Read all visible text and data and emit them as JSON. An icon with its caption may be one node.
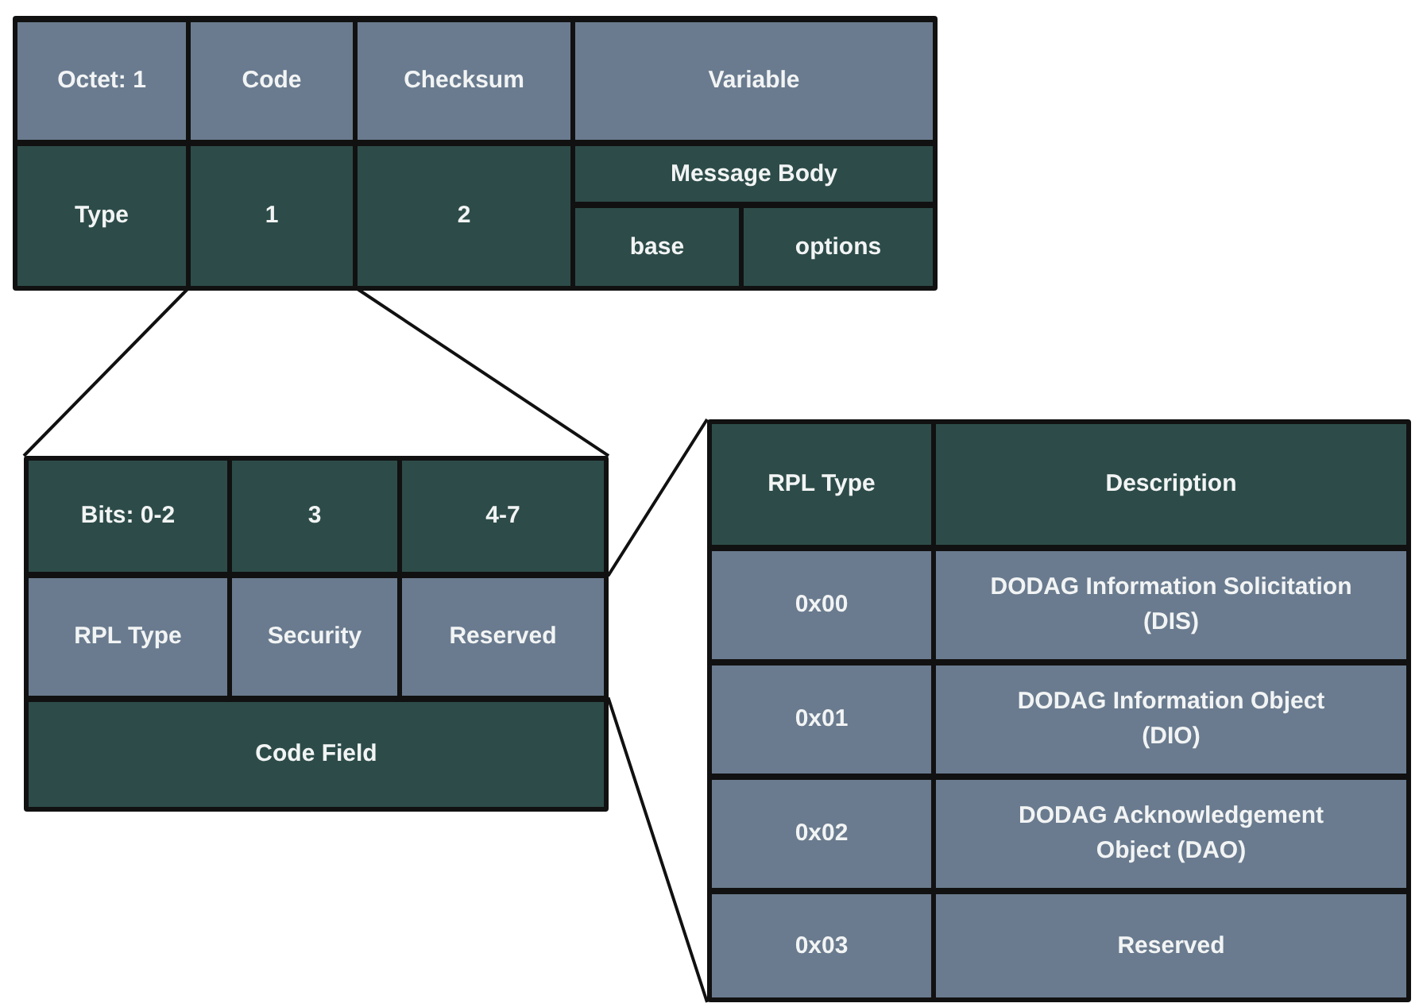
{
  "diagram": {
    "nodes": [
      {
        "text": [],
        "shape": "box"
      },
      {
        "text": [
          "Octet: 1"
        ],
        "in": 0
      },
      {
        "text": [
          "Code"
        ],
        "in": 0
      },
      {
        "text": [
          "Checksum"
        ],
        "in": 0
      },
      {
        "text": [
          "Variable"
        ],
        "in": 0
      },
      {
        "text": [
          "Type"
        ],
        "in": 0
      },
      {
        "text": [
          "1"
        ],
        "in": 0
      },
      {
        "text": [
          "2"
        ],
        "in": 0
      },
      {
        "text": [
          "Message Body"
        ],
        "in": 0
      },
      {
        "text": [
          "base"
        ],
        "in": 0
      },
      {
        "text": [
          "options"
        ],
        "in": 0
      },
      {
        "text": [],
        "shape": "box"
      },
      {
        "text": [
          "Bits: 0-2"
        ],
        "in": 11
      },
      {
        "text": [
          "3"
        ],
        "in": 11
      },
      {
        "text": [
          "4-7"
        ],
        "in": 11
      },
      {
        "text": [
          "RPL Type"
        ],
        "in": 11
      },
      {
        "text": [
          "Security"
        ],
        "in": 11
      },
      {
        "text": [
          "Reserved"
        ],
        "in": 11
      },
      {
        "text": [
          "Code Field"
        ],
        "in": 11
      },
      {
        "text": [],
        "shape": "box"
      },
      {
        "text": [
          "RPL Type"
        ],
        "in": 19
      },
      {
        "text": [
          "Description"
        ],
        "in": 19
      },
      {
        "text": [
          "0x00"
        ],
        "in": 19
      },
      {
        "text": [
          "DODAG Information Solicitation (DIS)"
        ],
        "in": 19
      },
      {
        "text": [
          "0x01"
        ],
        "in": 19
      },
      {
        "text": [
          "DODAG Information Object (DIO)"
        ],
        "in": 19
      },
      {
        "text": [
          "0x02"
        ],
        "in": 19
      },
      {
        "text": [
          "DODAG Acknowledgement Object (DAO)"
        ],
        "in": 19
      },
      {
        "text": [
          "0x03"
        ],
        "in": 19
      },
      {
        "text": [
          "Reserved"
        ],
        "in": 19
      }
    ],
    "edges": [
      {
        "from": 6,
        "to": 11,
        "arrow": "none"
      },
      {
        "from": 6,
        "to": 11,
        "arrow": "none"
      },
      {
        "from": 15,
        "to": 19,
        "arrow": "none"
      },
      {
        "from": 15,
        "to": 19,
        "arrow": "none"
      }
    ]
  }
}
